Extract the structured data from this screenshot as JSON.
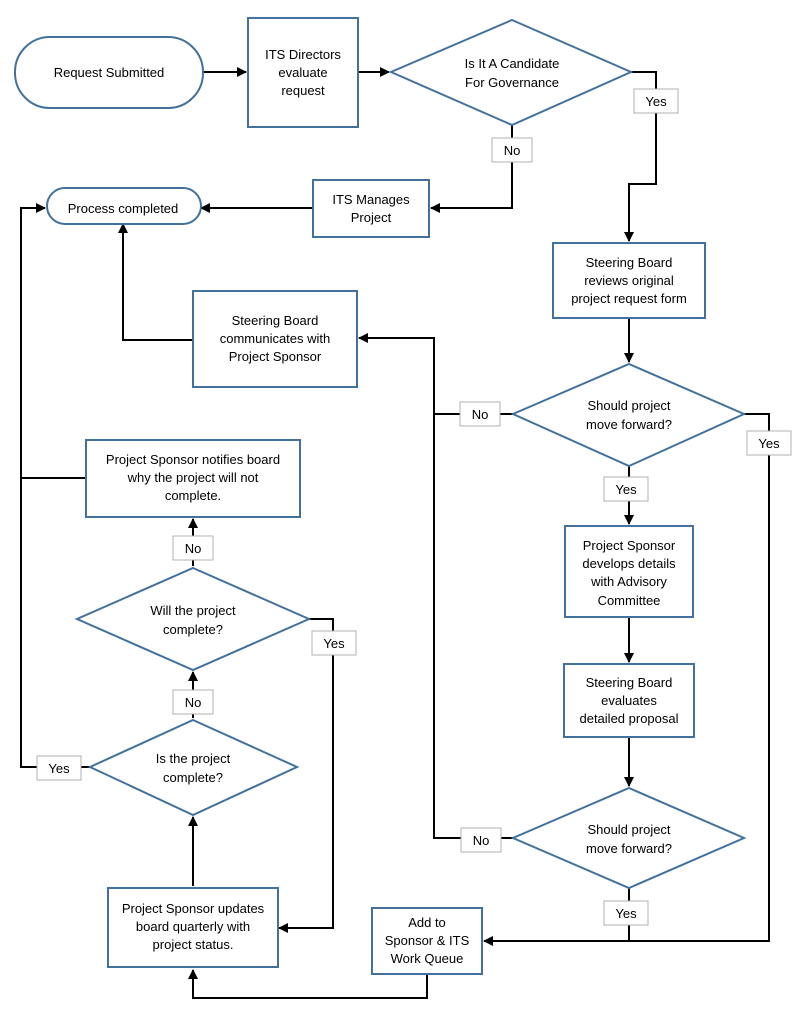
{
  "nodes": {
    "request_submitted": "Request Submitted",
    "its_directors": [
      "ITS Directors",
      "evaluate",
      "request"
    ],
    "candidate_governance": [
      "Is It A Candidate",
      "For Governance"
    ],
    "its_manages": [
      "ITS Manages",
      "Project"
    ],
    "process_completed": "Process completed",
    "steering_reviews": [
      "Steering Board",
      "reviews original",
      "project request form"
    ],
    "steering_communicates": [
      "Steering Board",
      "communicates with",
      "Project Sponsor"
    ],
    "should_forward_1": [
      "Should project",
      "move forward?"
    ],
    "sponsor_notifies": [
      "Project Sponsor notifies board",
      "why the project will not",
      "complete."
    ],
    "sponsor_develops": [
      "Project Sponsor",
      "develops details",
      "with Advisory",
      "Committee"
    ],
    "will_complete": [
      "Will the project",
      "complete?"
    ],
    "steering_evaluates": [
      "Steering Board",
      "evaluates",
      "detailed proposal"
    ],
    "is_complete": [
      "Is the project",
      "complete?"
    ],
    "should_forward_2": [
      "Should project",
      "move forward?"
    ],
    "sponsor_updates": [
      "Project Sponsor updates",
      "board quarterly with",
      "project status."
    ],
    "add_queue": [
      "Add to",
      "Sponsor & ITS",
      "Work Queue"
    ]
  },
  "edge_labels": {
    "candidate_yes": "Yes",
    "candidate_no": "No",
    "forward1_no": "No",
    "forward1_yes_right": "Yes",
    "forward1_yes_down": "Yes",
    "will_no": "No",
    "will_yes": "Yes",
    "is_no": "No",
    "is_yes": "Yes",
    "forward2_no": "No",
    "forward2_yes": "Yes"
  },
  "colors": {
    "shape_stroke": "#41719c",
    "connector": "#000000",
    "label_box_border": "#b0b0b0"
  }
}
